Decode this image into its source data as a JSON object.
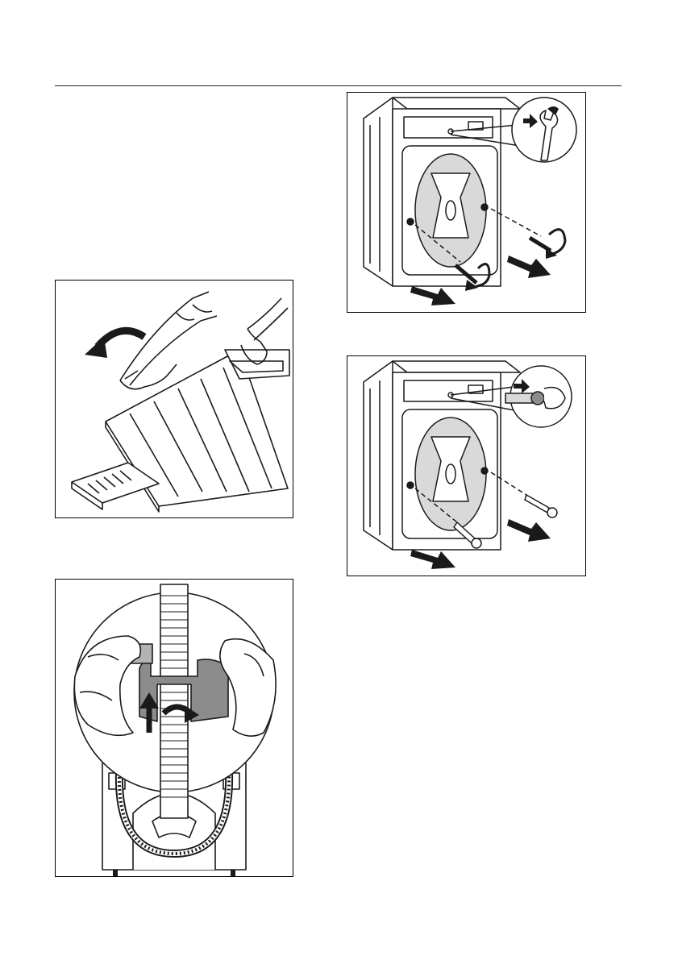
{
  "page": {
    "figures": [
      {
        "id": "tilt-machine",
        "icon": "tilt-washer-illustration"
      },
      {
        "id": "remove-hose-holder",
        "icon": "hose-clip-illustration"
      },
      {
        "id": "unscrew-transit-bolts",
        "icon": "wrench-bolt-illustration"
      },
      {
        "id": "pull-out-transit-bolts",
        "icon": "bolt-extract-illustration"
      }
    ],
    "colors": {
      "line": "#1a1a1a",
      "fill_light": "#d9d9d9",
      "fill_dark": "#8c8c8c"
    }
  }
}
